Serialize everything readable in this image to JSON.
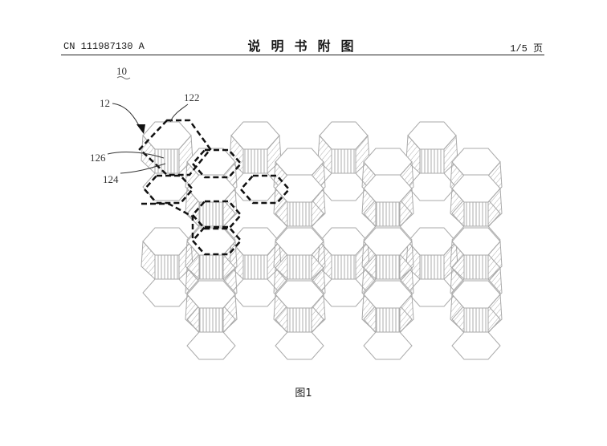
{
  "header": {
    "publication_number": "CN 111987130 A",
    "document_title": "说明书附图",
    "page_number": "1/5 页"
  },
  "figure": {
    "reference_numerals": {
      "assembly": "10",
      "unit": "12",
      "top_face": "122",
      "side_face": "124",
      "front_face": "126"
    },
    "caption": "图1"
  }
}
